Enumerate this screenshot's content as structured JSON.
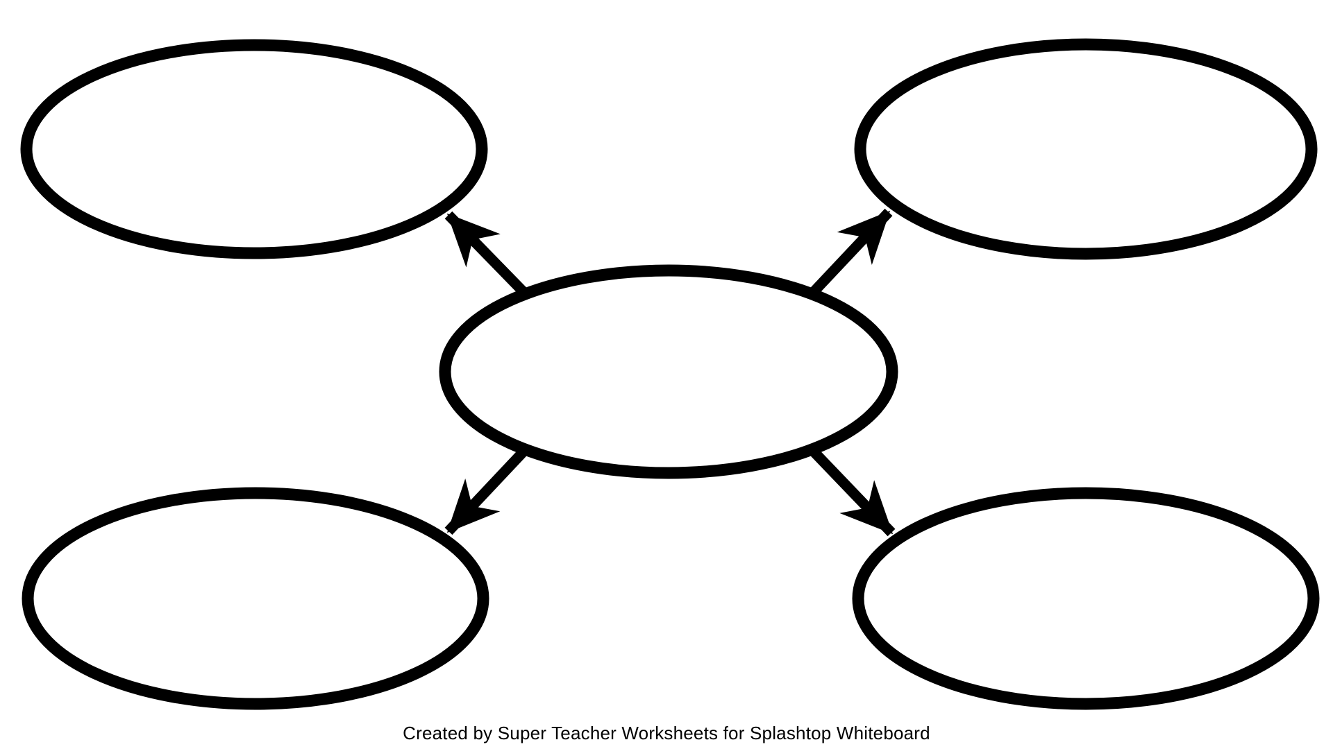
{
  "page": {
    "background_color": "#ffffff",
    "ink_color": "#000000"
  },
  "diagram": {
    "type": "graphic-organizer-web-map",
    "nodes": [
      {
        "id": "center",
        "role": "main-idea-oval",
        "label": ""
      },
      {
        "id": "top-left",
        "role": "detail-oval",
        "label": ""
      },
      {
        "id": "top-right",
        "role": "detail-oval",
        "label": ""
      },
      {
        "id": "bottom-left",
        "role": "detail-oval",
        "label": ""
      },
      {
        "id": "bottom-right",
        "role": "detail-oval",
        "label": ""
      }
    ],
    "arrows": [
      {
        "from": "center",
        "to": "top-left"
      },
      {
        "from": "center",
        "to": "top-right"
      },
      {
        "from": "center",
        "to": "bottom-left"
      },
      {
        "from": "center",
        "to": "bottom-right"
      }
    ]
  },
  "footer": {
    "credit": "Created by Super Teacher Worksheets for Splashtop Whiteboard"
  }
}
